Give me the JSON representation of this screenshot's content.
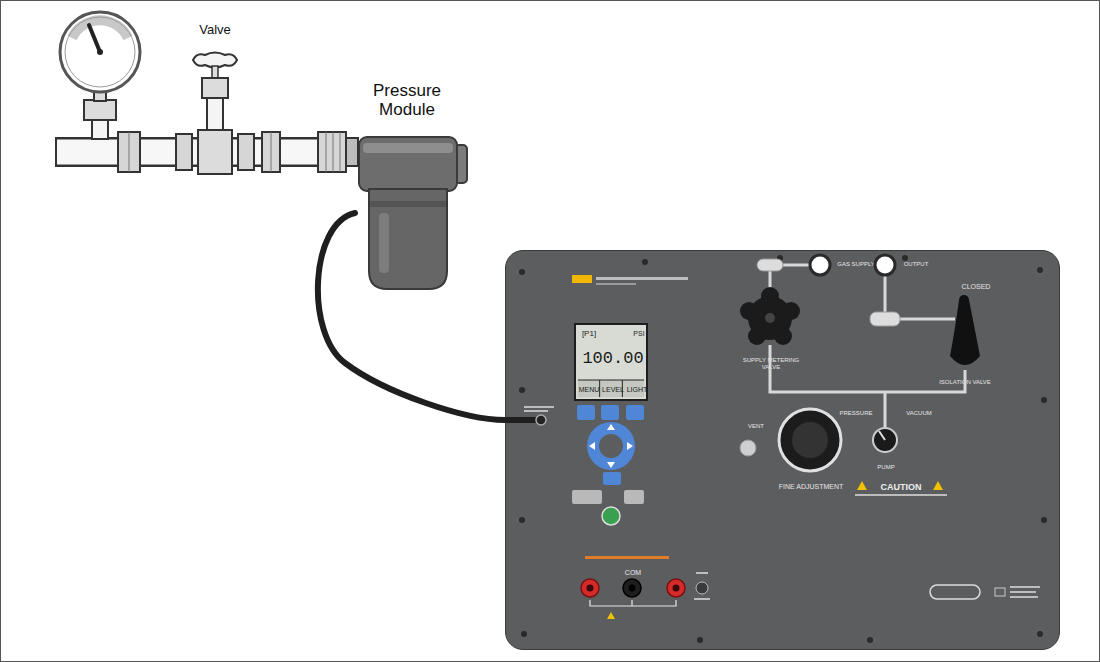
{
  "diagram": {
    "nodes": [
      {
        "text": [
          "Valve"
        ]
      },
      {
        "text": [
          "Pressure Module"
        ]
      },
      {
        "text": [
          "GAS SUPPLY",
          "OUTPUT",
          "CLOSED",
          "SUPPLY METERING VALVE",
          "ISOLATION VALVE",
          "PRESSURE",
          "VACUUM",
          "VENT",
          "PUMP",
          "FINE ADJUSTMENT",
          "CAUTION",
          "COM"
        ]
      },
      {
        "text": [
          "[P1]",
          "PSI",
          "100.00",
          "MENU",
          "LEVEL",
          "LIGHT"
        ],
        "in": 2
      }
    ],
    "edges": [
      {
        "from": 0,
        "to": 1,
        "arrow": "none"
      },
      {
        "from": 1,
        "to": 2,
        "arrow": "none"
      }
    ]
  }
}
